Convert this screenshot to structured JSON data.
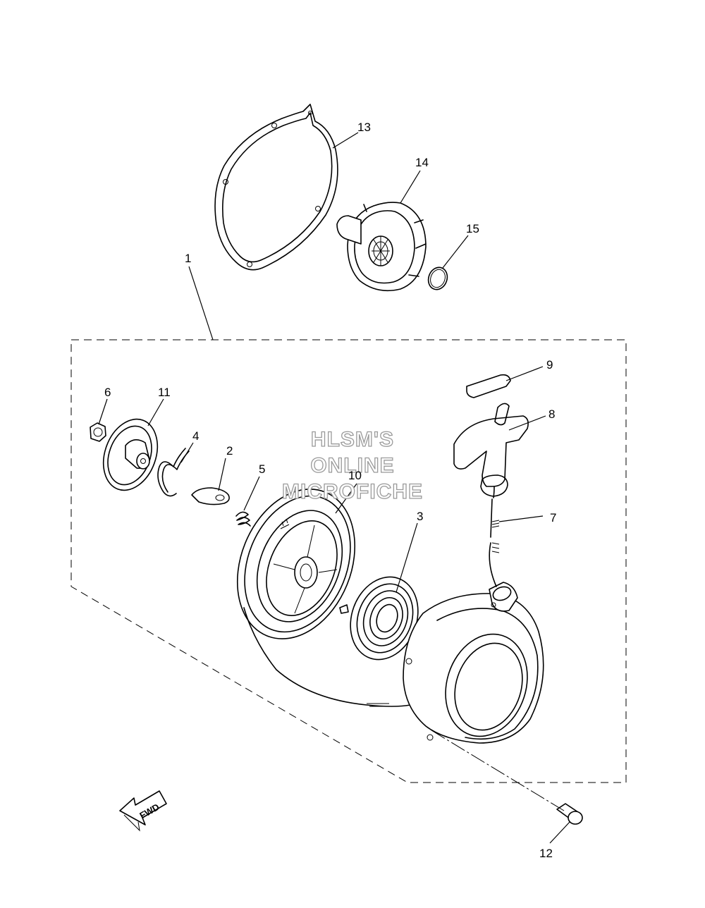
{
  "watermark": {
    "line1": "HLSM'S",
    "line2": "ONLINE",
    "line3": "MICROFICHE"
  },
  "fwd_label": "FWD",
  "callouts": {
    "c1": "1",
    "c2": "2",
    "c3": "3",
    "c4": "4",
    "c5": "5",
    "c6": "6",
    "c7": "7",
    "c8": "8",
    "c9": "9",
    "c10": "10",
    "c11": "11",
    "c12": "12",
    "c13": "13",
    "c14": "14",
    "c15": "15"
  },
  "icons": [
    "fwd-arrow-icon"
  ],
  "colors": {
    "line": "#000000",
    "background": "#ffffff",
    "watermark_outline": "#9a9a9a"
  }
}
